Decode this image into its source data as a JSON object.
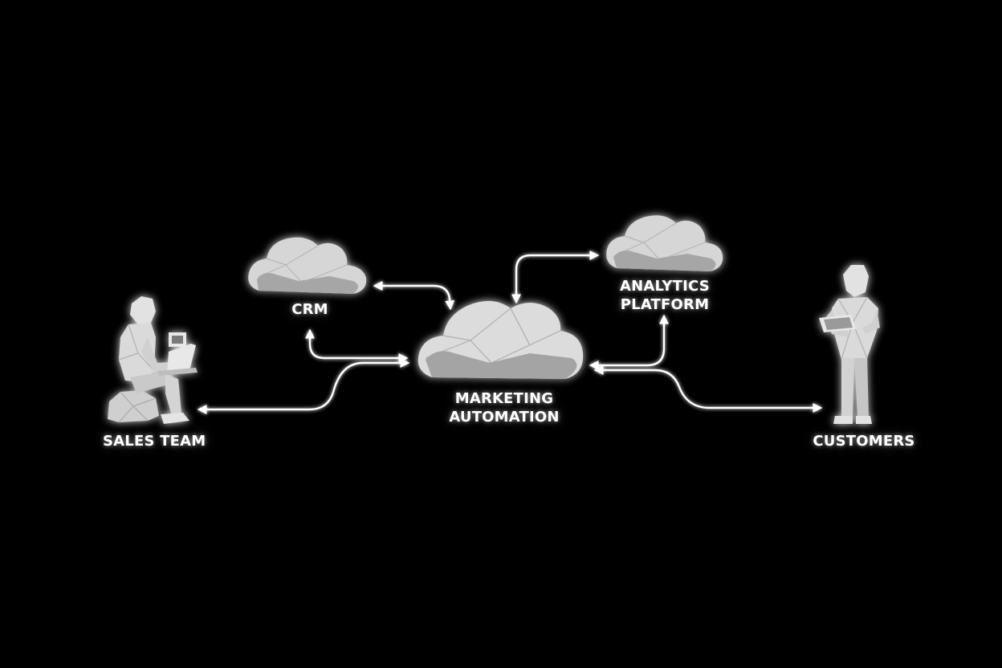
{
  "nodes": {
    "sales_team": {
      "label": "SALES TEAM",
      "icon": "person-laptop-icon"
    },
    "crm": {
      "label": "CRM",
      "icon": "cloud-icon"
    },
    "marketing_automation": {
      "line1": "MARKETING",
      "line2": "AUTOMATION",
      "icon": "cloud-icon"
    },
    "analytics_platform": {
      "line1": "ANALYTICS",
      "line2": "PLATFORM",
      "icon": "cloud-icon"
    },
    "customers": {
      "label": "CUSTOMERS",
      "icon": "person-tablet-icon"
    }
  },
  "colors": {
    "background": "#000000",
    "foreground": "#ffffff",
    "shade": "#cfcfcf",
    "dark_shade": "#a9a9a9"
  }
}
